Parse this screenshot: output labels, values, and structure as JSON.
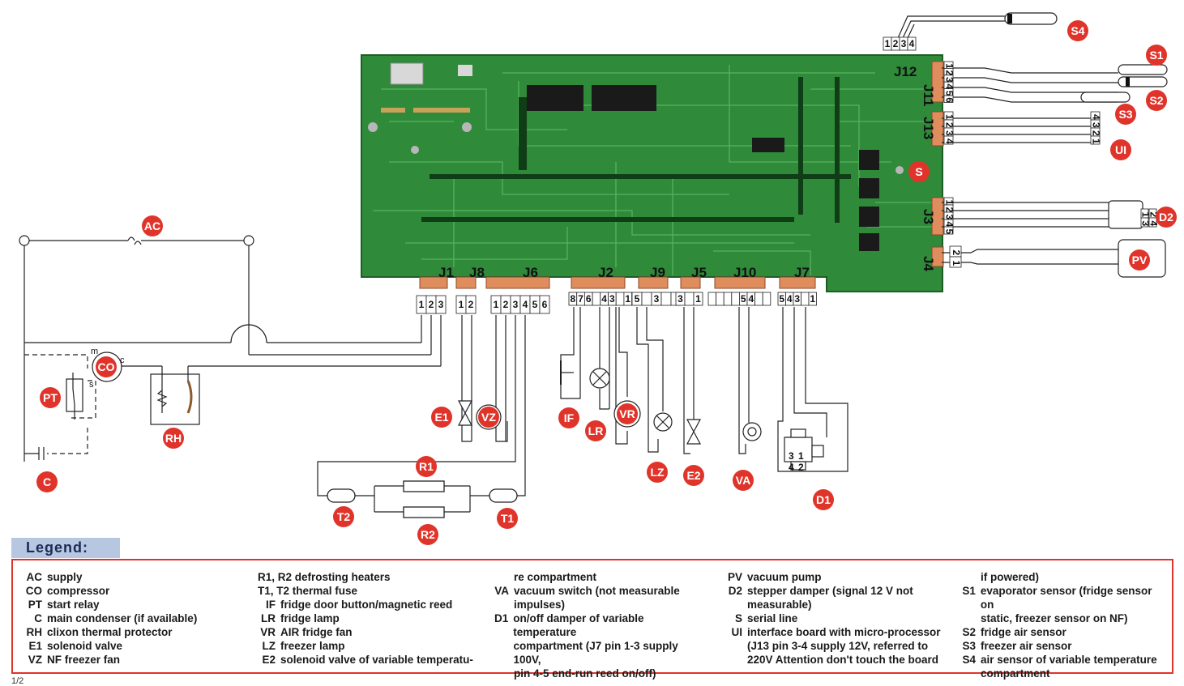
{
  "ac_badge": "AC",
  "co_badge": "CO",
  "pt_badge": "PT",
  "c_badge": "C",
  "rh_badge": "RH",
  "compressor_terminals": {
    "m": "m",
    "c": "c",
    "s": "s"
  },
  "components": [
    {
      "id": "E1",
      "label": "E1"
    },
    {
      "id": "VZ",
      "label": "VZ"
    },
    {
      "id": "IF",
      "label": "IF"
    },
    {
      "id": "LR",
      "label": "LR"
    },
    {
      "id": "VR",
      "label": "VR"
    },
    {
      "id": "LZ",
      "label": "LZ"
    },
    {
      "id": "E2",
      "label": "E2"
    },
    {
      "id": "VA",
      "label": "VA"
    },
    {
      "id": "D1",
      "label": "D1"
    },
    {
      "id": "R1",
      "label": "R1"
    },
    {
      "id": "R2",
      "label": "R2"
    },
    {
      "id": "T1",
      "label": "T1"
    },
    {
      "id": "T2",
      "label": "T2"
    },
    {
      "id": "S",
      "label": "S"
    },
    {
      "id": "S1",
      "label": "S1"
    },
    {
      "id": "S2",
      "label": "S2"
    },
    {
      "id": "S3",
      "label": "S3"
    },
    {
      "id": "S4",
      "label": "S4"
    },
    {
      "id": "UI",
      "label": "UI"
    },
    {
      "id": "D2",
      "label": "D2"
    },
    {
      "id": "PV",
      "label": "PV"
    }
  ],
  "connectors": {
    "J1": "J1",
    "J8": "J8",
    "J6": "J6",
    "J2": "J2",
    "J9": "J9",
    "J5": "J5",
    "J10": "J10",
    "J7": "J7",
    "J4": "J4",
    "J3": "J3",
    "J13": "J13",
    "J11": "J11",
    "J12": "J12"
  },
  "pins": {
    "j1": [
      "1",
      "2",
      "3"
    ],
    "j8": [
      "1",
      "2"
    ],
    "j6": [
      "1",
      "2",
      "3",
      "4",
      "5",
      "6"
    ],
    "j2": [
      "8",
      "7",
      "6",
      "",
      "4",
      "3",
      "",
      "1"
    ],
    "j9": [
      "5",
      "",
      "3",
      "",
      ""
    ],
    "j5": [
      "3",
      "",
      "1"
    ],
    "j10": [
      "",
      "",
      "",
      "",
      "5",
      "4",
      "",
      ""
    ],
    "j7": [
      "5",
      "4",
      "3",
      "",
      "1"
    ],
    "s4_plug": [
      "1",
      "2",
      "3",
      "4"
    ],
    "j11": [
      "1",
      "2",
      "3",
      "4",
      "5",
      "6"
    ],
    "j13": [
      "1",
      "2",
      "3",
      "4"
    ],
    "ui_plug": [
      "4",
      "3",
      "2",
      "1"
    ],
    "j3": [
      "1",
      "2",
      "3",
      "4",
      "5"
    ],
    "d2_plug_a": [
      "2",
      "4"
    ],
    "d2_plug_b": [
      "1",
      "3"
    ],
    "j4": [
      "2",
      "1"
    ],
    "d1_top": [
      "3",
      "1"
    ],
    "d1_bottom": [
      "4",
      "2"
    ]
  },
  "legend": {
    "title": "Legend:",
    "col1": [
      {
        "code": "AC",
        "desc": "supply"
      },
      {
        "code": "CO",
        "desc": "compressor"
      },
      {
        "code": "PT",
        "desc": "start relay"
      },
      {
        "code": "C",
        "desc": "main condenser (if available)"
      },
      {
        "code": "RH",
        "desc": "clixon thermal protector"
      },
      {
        "code": "E1",
        "desc": "solenoid valve"
      },
      {
        "code": "VZ",
        "desc": "NF freezer fan"
      }
    ],
    "col2": [
      {
        "code": "",
        "desc": "R1, R2 defrosting heaters"
      },
      {
        "code": "",
        "desc": "T1, T2 thermal fuse"
      },
      {
        "code": "IF",
        "desc": "fridge door button/magnetic reed"
      },
      {
        "code": "LR",
        "desc": "fridge lamp"
      },
      {
        "code": "VR",
        "desc": "AIR fridge fan"
      },
      {
        "code": "LZ",
        "desc": "freezer lamp"
      },
      {
        "code": "E2",
        "desc": "solenoid valve of variable temperatu-"
      }
    ],
    "col3": [
      {
        "code": "",
        "desc": "re compartment"
      },
      {
        "code": "VA",
        "desc": "vacuum switch (not measurable"
      },
      {
        "code": "",
        "desc": "impulses)"
      },
      {
        "code": "D1",
        "desc": "on/off damper of variable temperature"
      },
      {
        "code": "",
        "desc": "compartment (J7 pin 1-3 supply 100V,"
      },
      {
        "code": "",
        "desc": "pin 4-5 end-run reed on/off)"
      }
    ],
    "col4": [
      {
        "code": "PV",
        "desc": "vacuum pump"
      },
      {
        "code": "D2",
        "desc": "stepper damper (signal 12 V not"
      },
      {
        "code": "",
        "desc": "measurable)"
      },
      {
        "code": "S",
        "desc": "serial line"
      },
      {
        "code": "UI",
        "desc": "interface board with micro-processor"
      },
      {
        "code": "",
        "desc": "(J13 pin 3-4 supply 12V, referred to"
      },
      {
        "code": "",
        "desc": "220V Attention don't touch the board"
      }
    ],
    "col5": [
      {
        "code": "",
        "desc": "if powered)"
      },
      {
        "code": "S1",
        "desc": "evaporator sensor (fridge sensor on"
      },
      {
        "code": "",
        "desc": "static, freezer sensor on NF)"
      },
      {
        "code": "S2",
        "desc": "fridge air sensor"
      },
      {
        "code": "S3",
        "desc": "freezer air sensor"
      },
      {
        "code": "S4",
        "desc": "air sensor of  variable temperature"
      },
      {
        "code": "",
        "desc": "compartment"
      }
    ]
  },
  "page_number": "1/2",
  "colors": {
    "badge": "#e0342b",
    "board": "#2f8a3a",
    "wire": "#222222",
    "legend_tab": "#b7c7e2"
  }
}
